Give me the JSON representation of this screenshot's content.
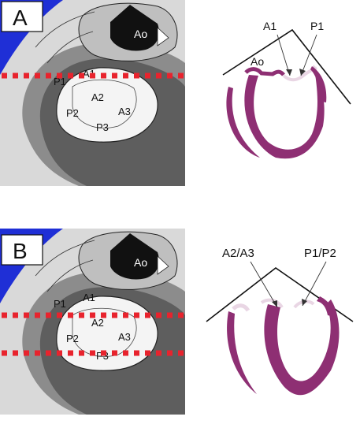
{
  "panels": [
    {
      "letter": "A",
      "anatomy_labels": {
        "ao": "Ao",
        "a1": "A1",
        "a2": "A2",
        "a3": "A3",
        "p1": "P1",
        "p2": "P2",
        "p3": "P3"
      },
      "echo_labels": {
        "left": "A1",
        "right": "P1",
        "ao": "Ao"
      }
    },
    {
      "letter": "B",
      "anatomy_labels": {
        "ao": "Ao",
        "a1": "A1",
        "a2": "A2",
        "a3": "A3",
        "p1": "P1",
        "p2": "P2",
        "p3": "P3"
      },
      "echo_labels": {
        "left": "A2/A3",
        "right": "P1/P2"
      }
    }
  ],
  "colors": {
    "background_blue": "#1f2fd6",
    "cut_line": "#e8232d",
    "myocardium": "#8e2f73",
    "valve_tint": "#e9d6e4"
  }
}
